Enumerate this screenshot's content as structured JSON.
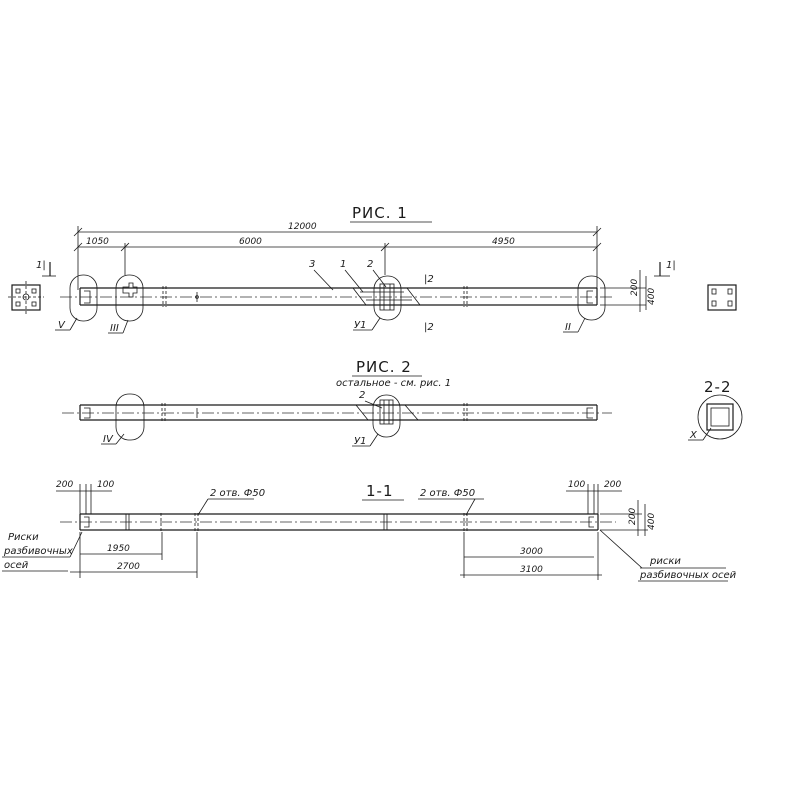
{
  "fig1": {
    "title": "РИС. 1",
    "dim_total": "12000",
    "dim_a": "1050",
    "dim_b": "6000",
    "dim_c": "4950",
    "dim_h200": "200",
    "dim_h400": "400",
    "label_3": "3",
    "label_1": "1",
    "label_2": "2",
    "section_upper": "|2",
    "section_lower": "|2",
    "node_y1": "У1",
    "roman_v": "V",
    "roman_iii": "III",
    "roman_ii": "II",
    "cut_left": "1|",
    "cut_right": "1|"
  },
  "fig2": {
    "title": "РИС. 2",
    "subtitle": "остальное - см. рис. 1",
    "label_2": "2",
    "node_y1": "У1",
    "roman_iv": "IV"
  },
  "section22": {
    "title": "2-2",
    "roman_x": "X"
  },
  "section11": {
    "title": "1-1",
    "dim_200_left": "200",
    "dim_100_left": "100",
    "holes_left": "2 отв. Ф50",
    "holes_right": "2 отв. Ф50",
    "dim_100_right": "100",
    "dim_200_right": "200",
    "dim_h200": "200",
    "dim_h400": "400",
    "dim_1950": "1950",
    "dim_2700": "2700",
    "dim_3000": "3000",
    "dim_3100": "3100",
    "marks_left_1": "Риски",
    "marks_left_2": "разбивочных",
    "marks_left_3": "осей",
    "marks_right_1": "риски",
    "marks_right_2": "разбивочных осей"
  }
}
